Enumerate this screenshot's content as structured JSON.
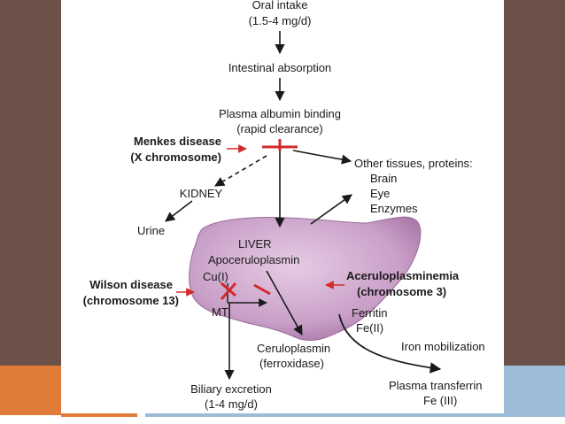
{
  "diagram": {
    "oral_intake": [
      "Oral intake",
      "(1.5-4 mg/d)"
    ],
    "intestinal_absorption": "Intestinal absorption",
    "plasma_albumin": [
      "Plasma albumin binding",
      "(rapid clearance)"
    ],
    "menkes": [
      "Menkes disease",
      "(X chromosome)"
    ],
    "other_tissues": [
      "Other tissues, proteins:",
      "Brain",
      "Eye",
      "Enzymes"
    ],
    "kidney": "KIDNEY",
    "urine": "Urine",
    "liver": [
      "LIVER",
      "Apoceruloplasmin",
      "Cu(I)",
      "MT"
    ],
    "wilson": [
      "Wilson disease",
      "(chromosome 13)"
    ],
    "aceruloplasminemia": [
      "Aceruloplasminemia",
      "(chromosome 3)"
    ],
    "ferritin": [
      "Ferritin",
      "Fe(II)"
    ],
    "iron_mobilization": "Iron mobilization",
    "ceruloplasmin": [
      "Ceruloplasmin",
      "(ferroxidase)"
    ],
    "plasma_transferrin": [
      "Plasma transferrin",
      "Fe (III)"
    ],
    "biliary_excretion": [
      "Biliary excretion",
      "(1-4 mg/d)"
    ]
  },
  "colors": {
    "slide_brown": "#6b5147",
    "accent_orange": "#e07b39",
    "accent_blue": "#9dbcd8",
    "liver_purple": "#c9a0c8",
    "block_red": "#d22a2a"
  }
}
